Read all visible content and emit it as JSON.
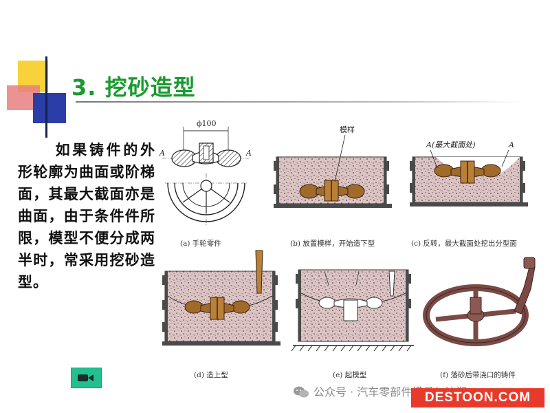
{
  "slide": {
    "title": "3. 挖砂造型",
    "body": "如果铸件的外形轮廓为曲面或阶梯面，其最大截面亦是曲面，由于条件件所限，模型不便分成两半时，常采用挖砂造型。"
  },
  "figure": {
    "dimension_label": "ϕ100",
    "section_marker": "A",
    "pattern_label": "模样",
    "max_section_label": "A(最大截面处)",
    "captions": [
      "(a) 手轮零件",
      "(b) 放置模样，开始造下型",
      "(c) 反转，最大截面处挖出分型面",
      "(d) 造上型",
      "(e) 起模型",
      "(f) 落砂后带浇口的铸件"
    ]
  },
  "watermark": {
    "text": "公众号 · 汽车零部件模具与注塑",
    "site_logo": "DESTOON.COM"
  },
  "colors": {
    "title_green": "#199a2f",
    "nav_button": "#22c08e",
    "sand": "#d8c0c0",
    "flask": "#4a4a4a",
    "casting": "#7a4a44",
    "pattern": "#a06a2a",
    "logo_red": "#e83a2a"
  }
}
